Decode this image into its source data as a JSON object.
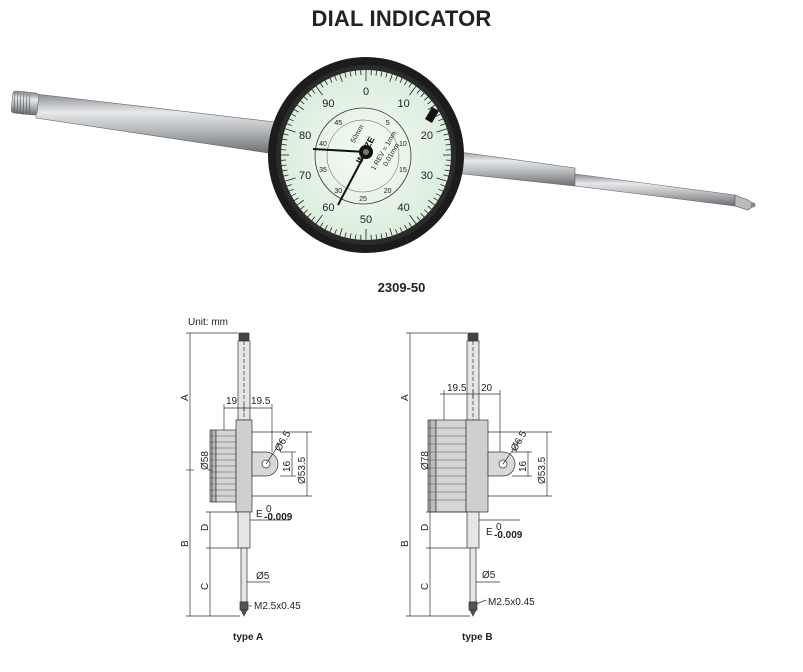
{
  "header": {
    "title": "DIAL INDICATOR"
  },
  "product": {
    "model": "2309-50",
    "brand": "INSIZE",
    "dial_major_numbers": [
      "0",
      "10",
      "20",
      "30",
      "40",
      "50",
      "60",
      "70",
      "80",
      "90"
    ],
    "dial_minor_numbers": [
      "5",
      "10",
      "15",
      "20",
      "25",
      "30",
      "35",
      "40",
      "45"
    ],
    "dial_small_text": [
      "50mm",
      "0.01mm",
      "1 REV = 1mm"
    ]
  },
  "drawings": {
    "unit_label": "Unit: mm",
    "type_a": {
      "caption": "type A",
      "dims": {
        "A": "A",
        "B": "B",
        "C": "C",
        "D": "D",
        "w1": "19",
        "w2": "19.5",
        "dia_body": "Ø58",
        "dia_hole": "Ø6.5",
        "lug": "16",
        "dia_lug": "Ø53.5",
        "E": "E",
        "E_tol_top": "0",
        "E_tol_bottom": "-0.009",
        "stem": "Ø5",
        "thread": "M2.5x0.45"
      }
    },
    "type_b": {
      "caption": "type B",
      "dims": {
        "A": "A",
        "B": "B",
        "C": "C",
        "D": "D",
        "w1": "19.5",
        "w2": "20",
        "dia_body": "Ø78",
        "dia_hole": "Ø6.5",
        "lug": "16",
        "dia_lug": "Ø53.5",
        "E": "E",
        "E_tol_top": "0",
        "E_tol_bottom": "-0.009",
        "stem": "Ø5",
        "thread": "M2.5x0.45"
      }
    }
  }
}
